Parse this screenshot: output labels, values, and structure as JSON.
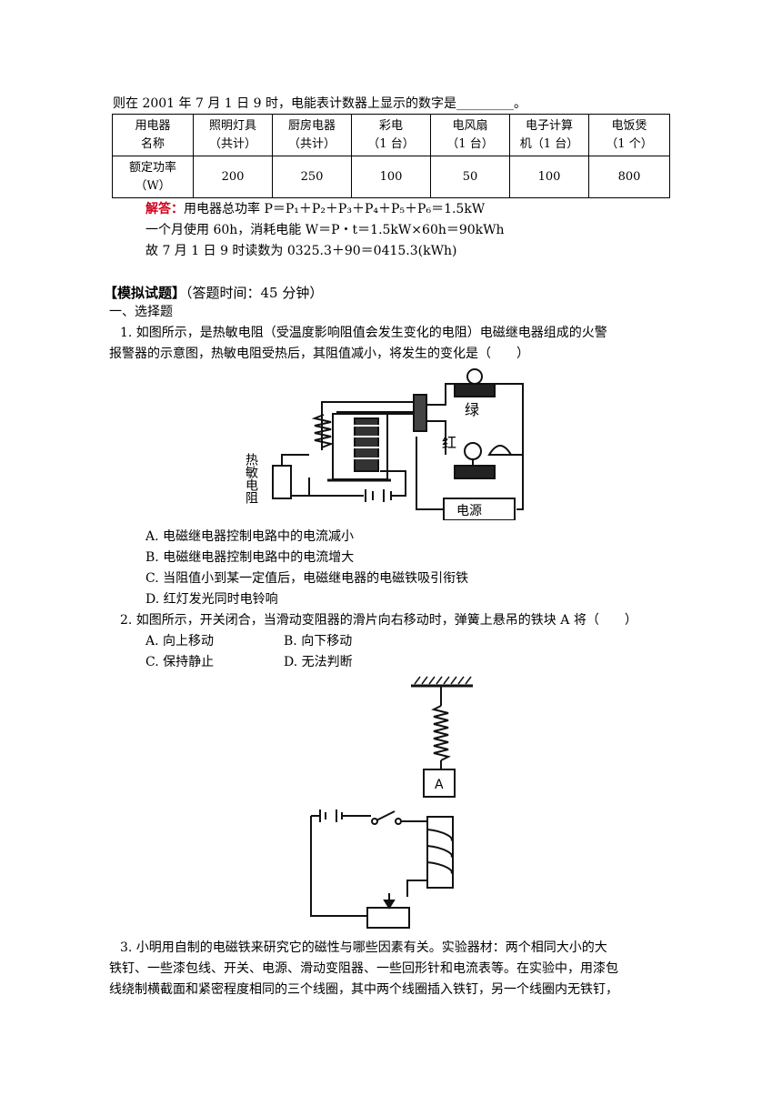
{
  "intro_line": "则在 2001 年 7 月 1 日 9 时，电能表计数器上显示的数字是_________。",
  "table": {
    "headers": [
      [
        "用电器",
        "名称"
      ],
      [
        "照明灯具",
        "（共计）"
      ],
      [
        "厨房电器",
        "（共计）"
      ],
      [
        "彩电",
        "（1 台）"
      ],
      [
        "电风扇",
        "（1 台）"
      ],
      [
        "电子计算",
        "机（1 台）"
      ],
      [
        "电饭煲",
        "（1 个）"
      ]
    ],
    "row_label": [
      "额定功率",
      "（W）"
    ],
    "values": [
      "200",
      "250",
      "100",
      "50",
      "100",
      "800"
    ]
  },
  "answer": {
    "label": "解答：",
    "line1": "用电器总功率 P＝P₁＋P₂＋P₃＋P₄＋P₅＋P₆＝1.5kW",
    "line2": "一个月使用 60h，消耗电能 W＝P・t＝1.5kW×60h＝90kWh",
    "line3": "故 7 月 1 日 9 时读数为 0325.3＋90＝0415.3(kWh)"
  },
  "section_title": "【模拟试题】",
  "section_time": "（答题时间：45 分钟）",
  "part_one": "一、选择题",
  "q1": {
    "text1": "1. 如图所示，是热敏电阻（受温度影响阻值会发生变化的电阻）电磁继电器组成的火警",
    "text2": "报警器的示意图，热敏电阻受热后，其阻值减小，将发生的变化是（　　）",
    "fig_labels": {
      "green": "绿",
      "red": "红",
      "thermistor": "热敏电阻",
      "power": "电源"
    },
    "options": [
      "A. 电磁继电器控制电路中的电流减小",
      "B. 电磁继电器控制电路中的电流增大",
      "C. 当阻值小到某一定值后，电磁继电器的电磁铁吸引衔铁",
      "D. 红灯发光同时电铃响"
    ]
  },
  "q2": {
    "text": "2. 如图所示，开关闭合，当滑动变阻器的滑片向右移动时，弹簧上悬吊的铁块 A 将（　　）",
    "options": [
      "A. 向上移动",
      "B. 向下移动",
      "C. 保持静止",
      "D. 无法判断"
    ],
    "fig_label": "A"
  },
  "q3": {
    "line1": "3. 小明用自制的电磁铁来研究它的磁性与哪些因素有关。实验器材：两个相同大小的大",
    "line2": "铁钉、一些漆包线、开关、电源、滑动变阻器、一些回形针和电流表等。在实验中，用漆包",
    "line3": "线绕制横截面和紧密程度相同的三个线圈，其中两个线圈插入铁钉，另一个线圈内无铁钉，"
  }
}
